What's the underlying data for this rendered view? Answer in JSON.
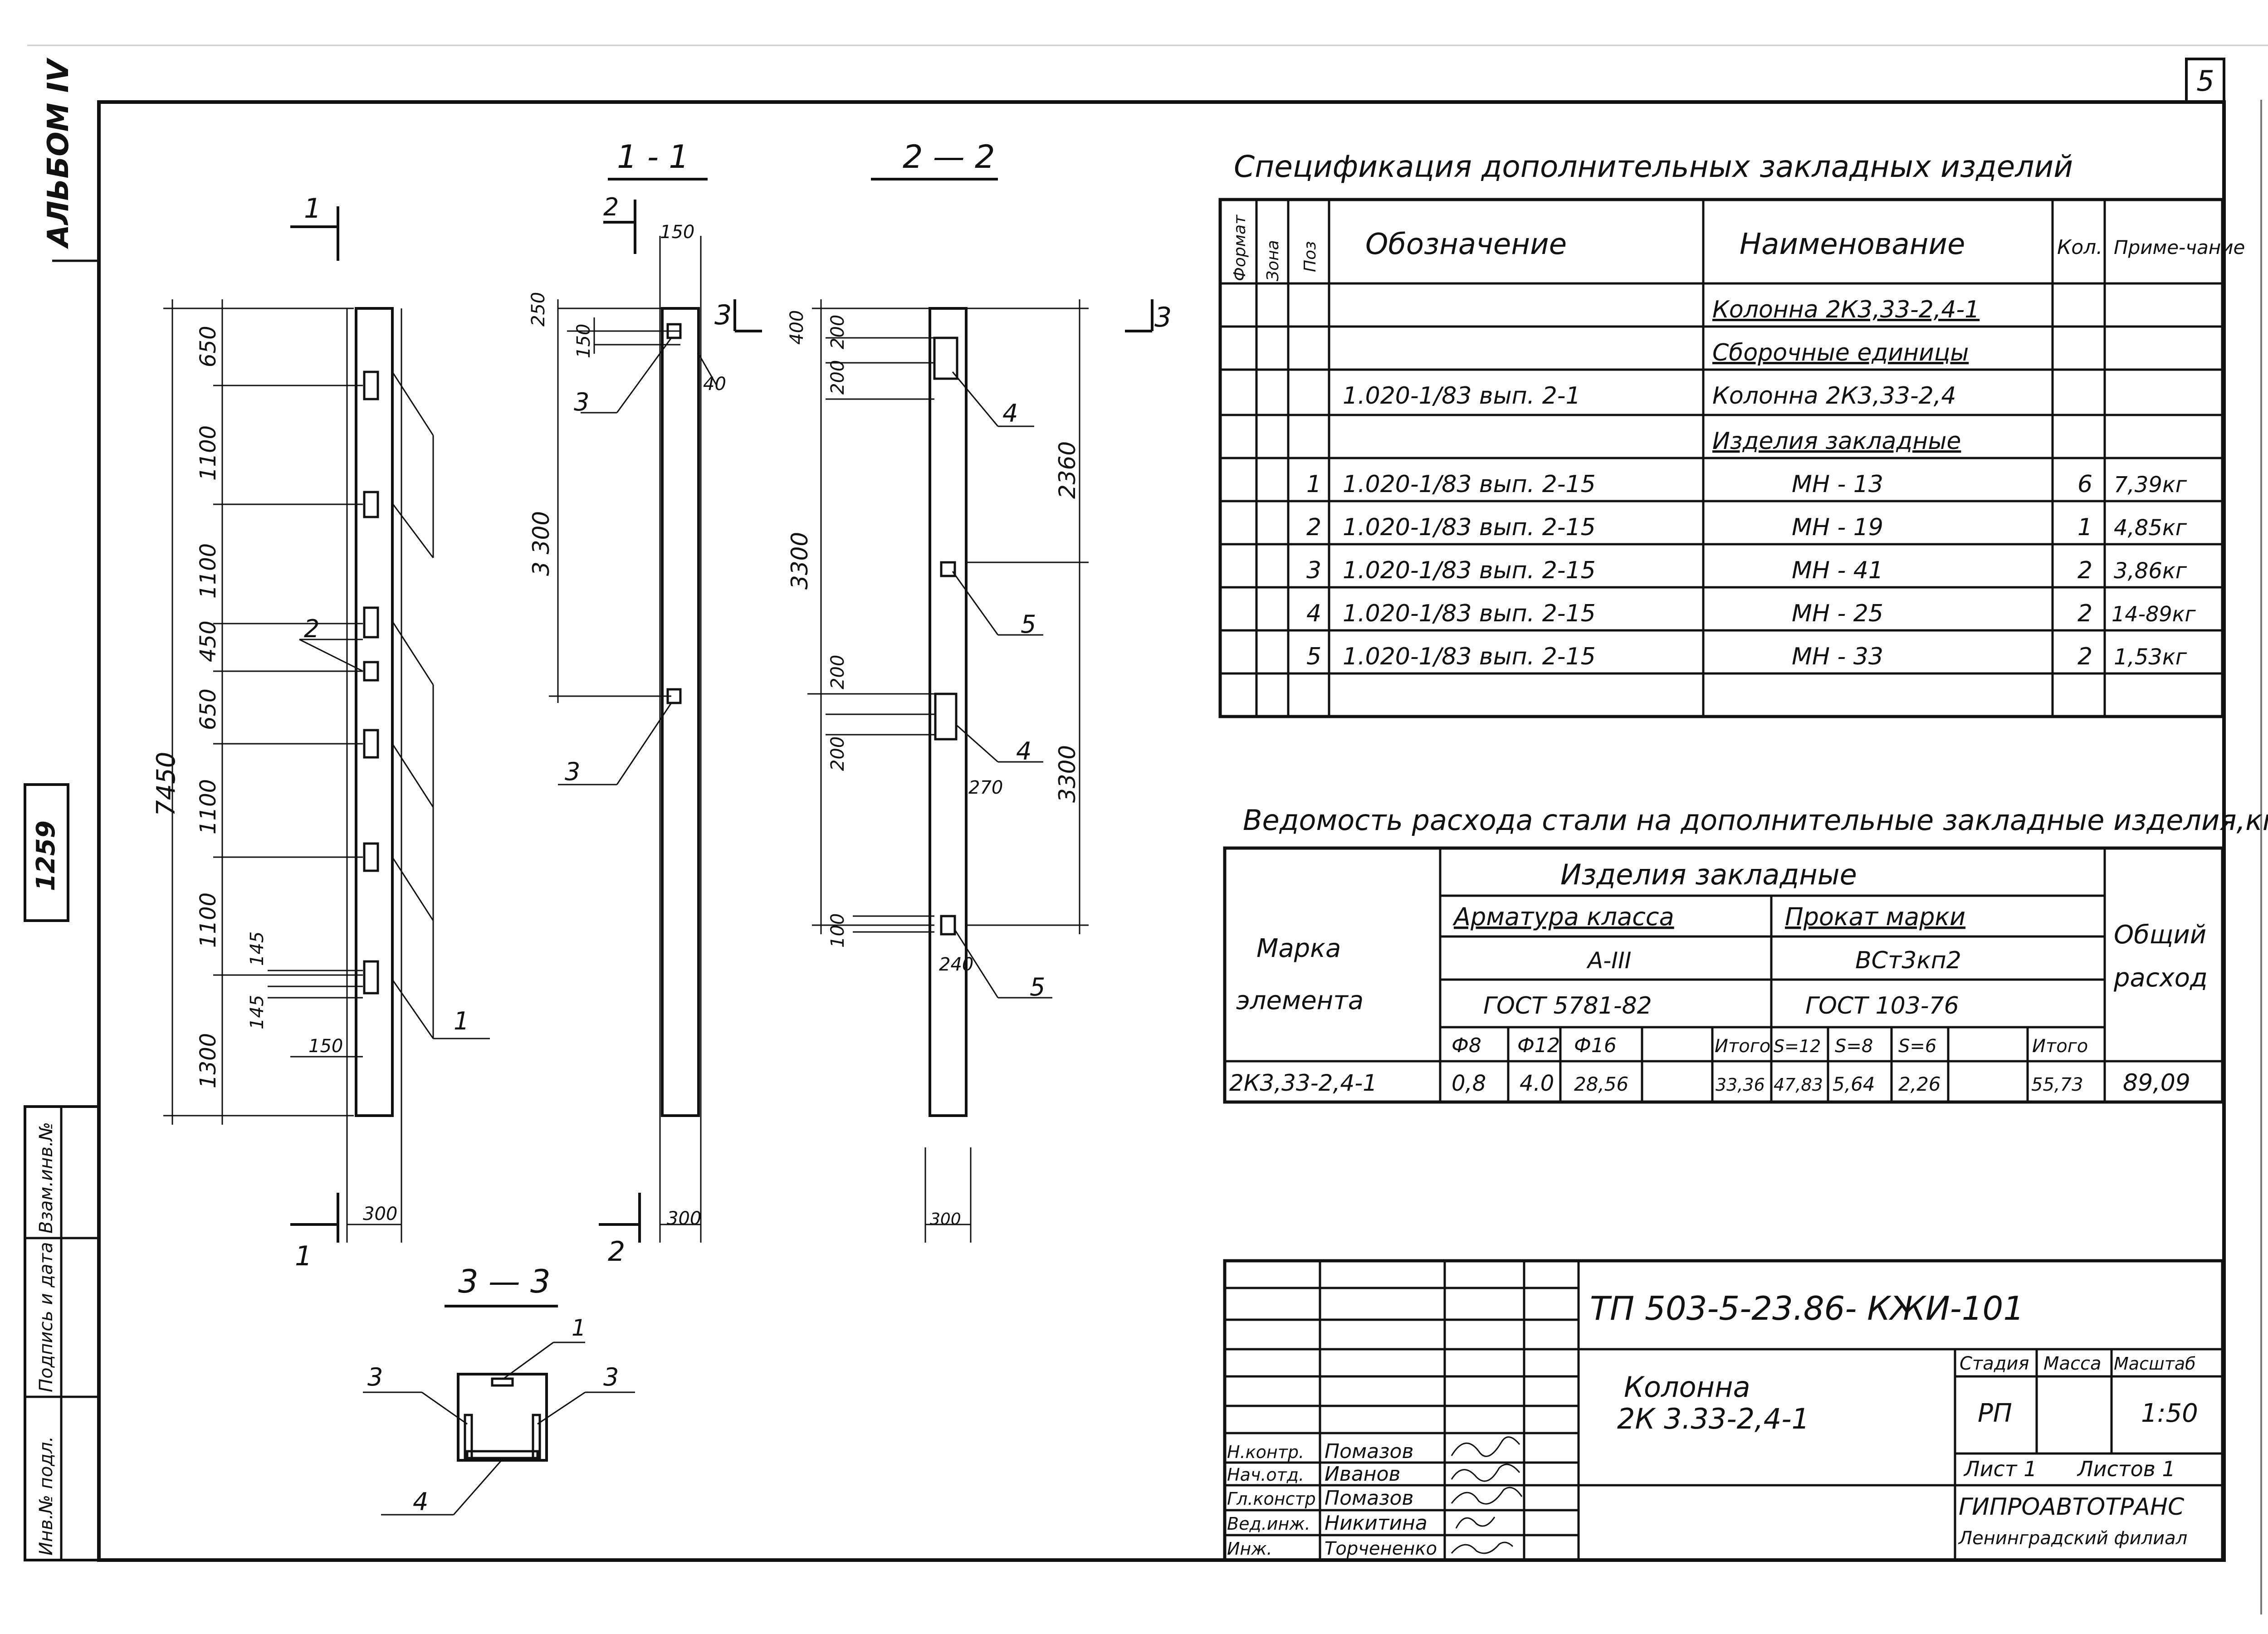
{
  "page": {
    "sheet_number": "5"
  },
  "left_margin": {
    "album": "АЛЬБОМ IV",
    "code": "1259",
    "fields": [
      "Взам.инв.№",
      "Подпись и дата",
      "Инв.№ подл."
    ]
  },
  "views": {
    "main": {
      "cut_left": "1",
      "cut_bottom": "1",
      "total": "7450",
      "dims": [
        "650",
        "1100",
        "1100",
        "450",
        "650",
        "1100",
        "1100",
        "1300"
      ],
      "small_dims": [
        "145",
        "145"
      ],
      "plate_width": "150",
      "width": "300",
      "callouts": [
        "2",
        "1"
      ]
    },
    "section_1_1": {
      "title": "1 - 1",
      "cut_top": "2",
      "cut_bottom": "2",
      "cut_side": "3",
      "dims": [
        "150",
        "250",
        "150",
        "40",
        "3 300"
      ],
      "width": "300",
      "callouts": [
        "3",
        "3"
      ]
    },
    "section_2_2": {
      "title": "2 — 2",
      "cut_side": "3",
      "dims_left": [
        "400",
        "200",
        "200",
        "3300",
        "200",
        "200",
        "100"
      ],
      "dims_right": [
        "2360",
        "3300",
        "270",
        "240"
      ],
      "width": "300",
      "callouts": [
        "4",
        "5",
        "4",
        "5"
      ]
    },
    "section_3_3": {
      "title": "3 — 3",
      "callouts": [
        "1",
        "3",
        "3",
        "4"
      ]
    }
  },
  "specification": {
    "title": "Спецификация дополнительных закладных изделий",
    "headers": [
      "Формат",
      "Зона",
      "Поз",
      "Обозначение",
      "Наименование",
      "Кол.",
      "Приме-чание"
    ],
    "rows": [
      {
        "pos": "",
        "designation": "",
        "name": "Колонна 2К3,33-2,4-1",
        "qty": "",
        "note": ""
      },
      {
        "pos": "",
        "designation": "",
        "name": "Сборочные единицы",
        "qty": "",
        "note": ""
      },
      {
        "pos": "",
        "designation": "1.020-1/83 вып. 2-1",
        "name": "Колонна 2К3,33-2,4",
        "qty": "",
        "note": ""
      },
      {
        "pos": "",
        "designation": "",
        "name": "Изделия закладные",
        "qty": "",
        "note": ""
      },
      {
        "pos": "1",
        "designation": "1.020-1/83 вып. 2-15",
        "name": "МН - 13",
        "qty": "6",
        "note": "7,39кг"
      },
      {
        "pos": "2",
        "designation": "1.020-1/83 вып. 2-15",
        "name": "МН - 19",
        "qty": "1",
        "note": "4,85кг"
      },
      {
        "pos": "3",
        "designation": "1.020-1/83 вып. 2-15",
        "name": "МН - 41",
        "qty": "2",
        "note": "3,86кг"
      },
      {
        "pos": "4",
        "designation": "1.020-1/83 вып. 2-15",
        "name": "МН - 25",
        "qty": "2",
        "note": "14-89кг"
      },
      {
        "pos": "5",
        "designation": "1.020-1/83 вып. 2-15",
        "name": "МН - 33",
        "qty": "2",
        "note": "1,53кг"
      },
      {
        "pos": "",
        "designation": "",
        "name": "",
        "qty": "",
        "note": ""
      }
    ]
  },
  "steel": {
    "title": "Ведомость расхода стали на дополнительные закладные изделия,кг",
    "mark_header": [
      "Марка",
      "элемента"
    ],
    "group_header": "Изделия закладные",
    "rebar": {
      "class": "Арматура класса",
      "grade": "А-III",
      "gost": "ГОСТ 5781-82",
      "cols": [
        "Ф8",
        "Ф12",
        "Ф16",
        "",
        "Итого"
      ]
    },
    "rolled": {
      "class": "Прокат марки",
      "grade": "ВСт3кп2",
      "gost": "ГОСТ 103-76",
      "cols": [
        "S=12",
        "S=8",
        "S=6",
        "",
        "Итого"
      ]
    },
    "total_header": [
      "Общий",
      "расход"
    ],
    "row": {
      "mark": "2К3,33-2,4-1",
      "values": [
        "0,8",
        "4.0",
        "28,56",
        "",
        "33,36",
        "47,83",
        "5,64",
        "2,26",
        "",
        "55,73"
      ],
      "total": "89,09"
    }
  },
  "title_block": {
    "doc_code": "ТП 503-5-23.86- КЖИ-101",
    "object_name": [
      "Колонна",
      "2К 3.33-2,4-1"
    ],
    "stage_header": "Стадия",
    "mass_header": "Масса",
    "scale_header": "Масштаб",
    "stage": "РП",
    "mass": "",
    "scale": "1:50",
    "sheet": "Лист 1",
    "sheets": "Листов 1",
    "org": "ГИПРОАВТОТРАНС",
    "branch": "Ленинградский филиал",
    "people": [
      {
        "role": "Н.контр.",
        "name": "Помазов"
      },
      {
        "role": "Нач.отд.",
        "name": "Иванов"
      },
      {
        "role": "Гл.констр",
        "name": "Помазов"
      },
      {
        "role": "Вед.инж.",
        "name": "Никитина"
      },
      {
        "role": "Инж.",
        "name": "Торчененко"
      }
    ]
  }
}
